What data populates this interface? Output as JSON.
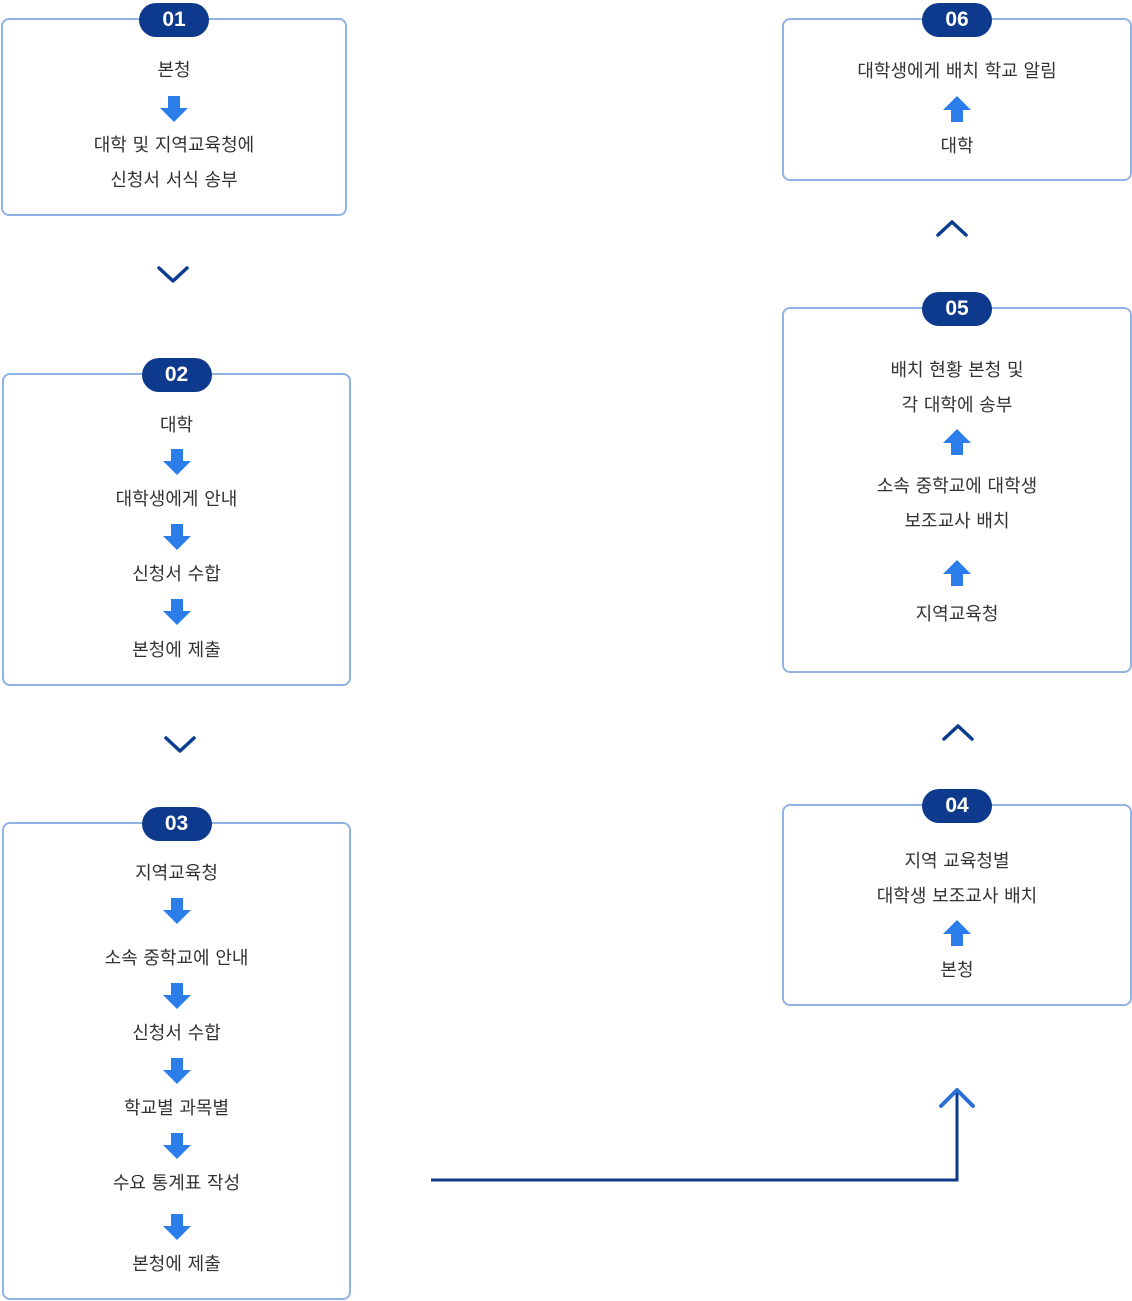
{
  "colors": {
    "border": "#8fb3e3",
    "badge": "#0d3a8c",
    "arrow": "#2b7de9",
    "chevron": "#0a3d8f",
    "connector": "#0d3a8c",
    "text": "#333333"
  },
  "icons": {
    "down": "arrow-down-icon",
    "up": "arrow-up-icon",
    "chevron_down": "chevron-down-icon",
    "chevron_up": "chevron-up-icon"
  },
  "steps": [
    {
      "num": "01",
      "lines": [
        "본청",
        "대학 및 지역교육청에",
        "신청서 서식 송부"
      ]
    },
    {
      "num": "02",
      "lines": [
        "대학",
        "대학생에게 안내",
        "신청서 수합",
        "본청에 제출"
      ]
    },
    {
      "num": "03",
      "lines": [
        "지역교육청",
        "소속 중학교에 안내",
        "신청서 수합",
        "학교별 과목별",
        "수요 통계표 작성",
        "본청에 제출"
      ]
    },
    {
      "num": "04",
      "lines": [
        "지역 교육청별",
        "대학생 보조교사 배치",
        "본청"
      ]
    },
    {
      "num": "05",
      "lines": [
        "배치 현황 본청 및",
        "각 대학에 송부",
        "소속 중학교에 대학생",
        "보조교사 배치",
        "지역교육청"
      ]
    },
    {
      "num": "06",
      "lines": [
        "대학생에게 배치 학교 알림",
        "대학"
      ]
    }
  ]
}
